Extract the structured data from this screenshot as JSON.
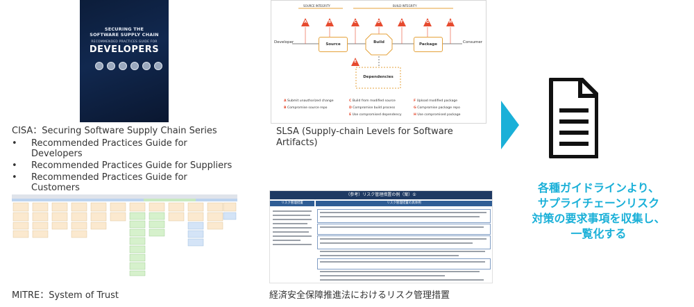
{
  "cisa": {
    "cover_line1": "SECURING THE",
    "cover_line2": "SOFTWARE SUPPLY CHAIN",
    "cover_line3": "RECOMMENDED PRACTICES GUIDE FOR",
    "cover_line4": "DEVELOPERS",
    "caption": "CISA：Securing Software Supply Chain Series",
    "bullet_char": "•",
    "bullets": [
      "Recommended Practices Guide for",
      "Developers",
      "Recommended Practices Guide for Suppliers",
      "Recommended Practices Guide for",
      "Customers"
    ]
  },
  "slsa": {
    "caption_line1": "SLSA (Supply-chain Levels for Software",
    "caption_line2": "Artifacts)",
    "source_integrity": "SOURCE INTEGRITY",
    "build_integrity": "BUILD INTEGRITY",
    "developer": "Developer",
    "source": "Source",
    "build": "Build",
    "package": "Package",
    "consumer": "Consumer",
    "dependencies": "Dependencies",
    "threat_letters": [
      "A",
      "B",
      "C",
      "D",
      "F",
      "G",
      "H",
      "E"
    ],
    "legend": [
      {
        "k": "A",
        "t": "Submit unauthorized change"
      },
      {
        "k": "B",
        "t": "Compromise source repo"
      },
      {
        "k": "C",
        "t": "Build from modified source"
      },
      {
        "k": "D",
        "t": "Compromise build process"
      },
      {
        "k": "E",
        "t": "Use compromised dependency"
      },
      {
        "k": "F",
        "t": "Upload modified package"
      },
      {
        "k": "G",
        "t": "Compromise package repo"
      },
      {
        "k": "H",
        "t": "Use compromised package"
      }
    ]
  },
  "mitre": {
    "caption": "MITRE：System of Trust"
  },
  "risk": {
    "title": "（参考）リスク管理措置の例（案）①",
    "col1": "リスク管理措置",
    "col2": "リスク管理措置の具体例",
    "caption": "経済安全保障推進法におけるリスク管理措置"
  },
  "message": {
    "line1": "各種ガイドラインより、",
    "line2": "サプライチェーンリスク",
    "line3": "対策の要求事項を収集し、",
    "line4": "一覧化する"
  },
  "colors": {
    "accent": "#1ab0d8",
    "threat": "#e64a2e",
    "node_border": "#e4a23a"
  },
  "icons": {
    "arrow": "chevron-right-icon",
    "document": "document-icon"
  }
}
